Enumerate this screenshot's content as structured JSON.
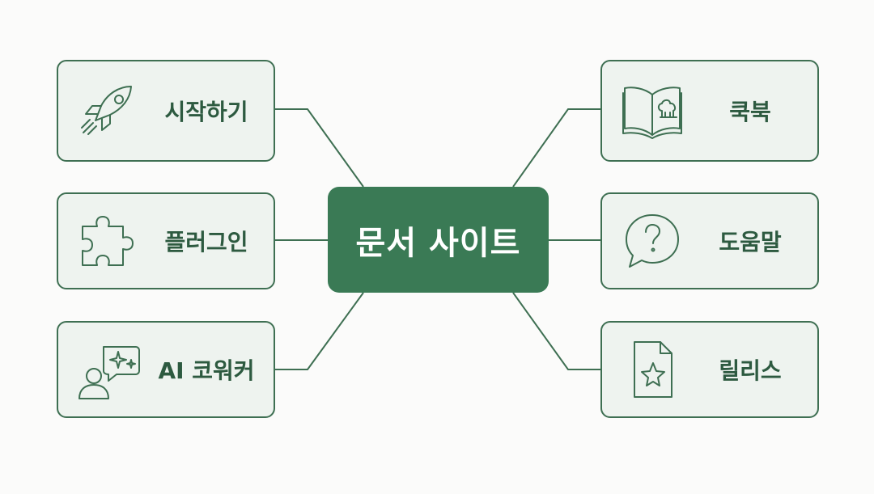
{
  "center": {
    "label": "문서 사이트"
  },
  "nodes": [
    {
      "id": "getting-started",
      "label": "시작하기",
      "icon": "rocket-icon"
    },
    {
      "id": "plugins",
      "label": "플러그인",
      "icon": "puzzle-piece-icon"
    },
    {
      "id": "ai-coworker",
      "label": "AI 코워커",
      "icon": "user-sparkle-chat-icon"
    },
    {
      "id": "cookbook",
      "label": "쿡북",
      "icon": "open-book-chef-hat-icon"
    },
    {
      "id": "help",
      "label": "도움말",
      "icon": "question-bubble-icon"
    },
    {
      "id": "releases",
      "label": "릴리스",
      "icon": "document-star-icon"
    }
  ],
  "colors": {
    "center_fill": "#3a7a55",
    "node_fill": "#eef3ef",
    "stroke": "#3e6f52",
    "text": "#2d5a40"
  }
}
